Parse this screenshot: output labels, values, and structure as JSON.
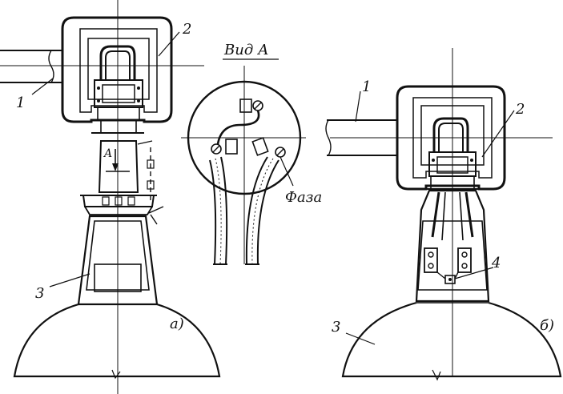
{
  "labels": {
    "part_1_left": "1",
    "part_2_left": "2",
    "part_3_left": "3",
    "arrow_a": "A",
    "view_a_title": "Вид А",
    "phase": "Фаза",
    "caption_a": "а)",
    "part_1_right": "1",
    "part_2_right": "2",
    "part_3_right": "3",
    "part_4_right": "4",
    "caption_b": "б)"
  },
  "colors": {
    "ink": "#111111",
    "background": "#ffffff"
  }
}
